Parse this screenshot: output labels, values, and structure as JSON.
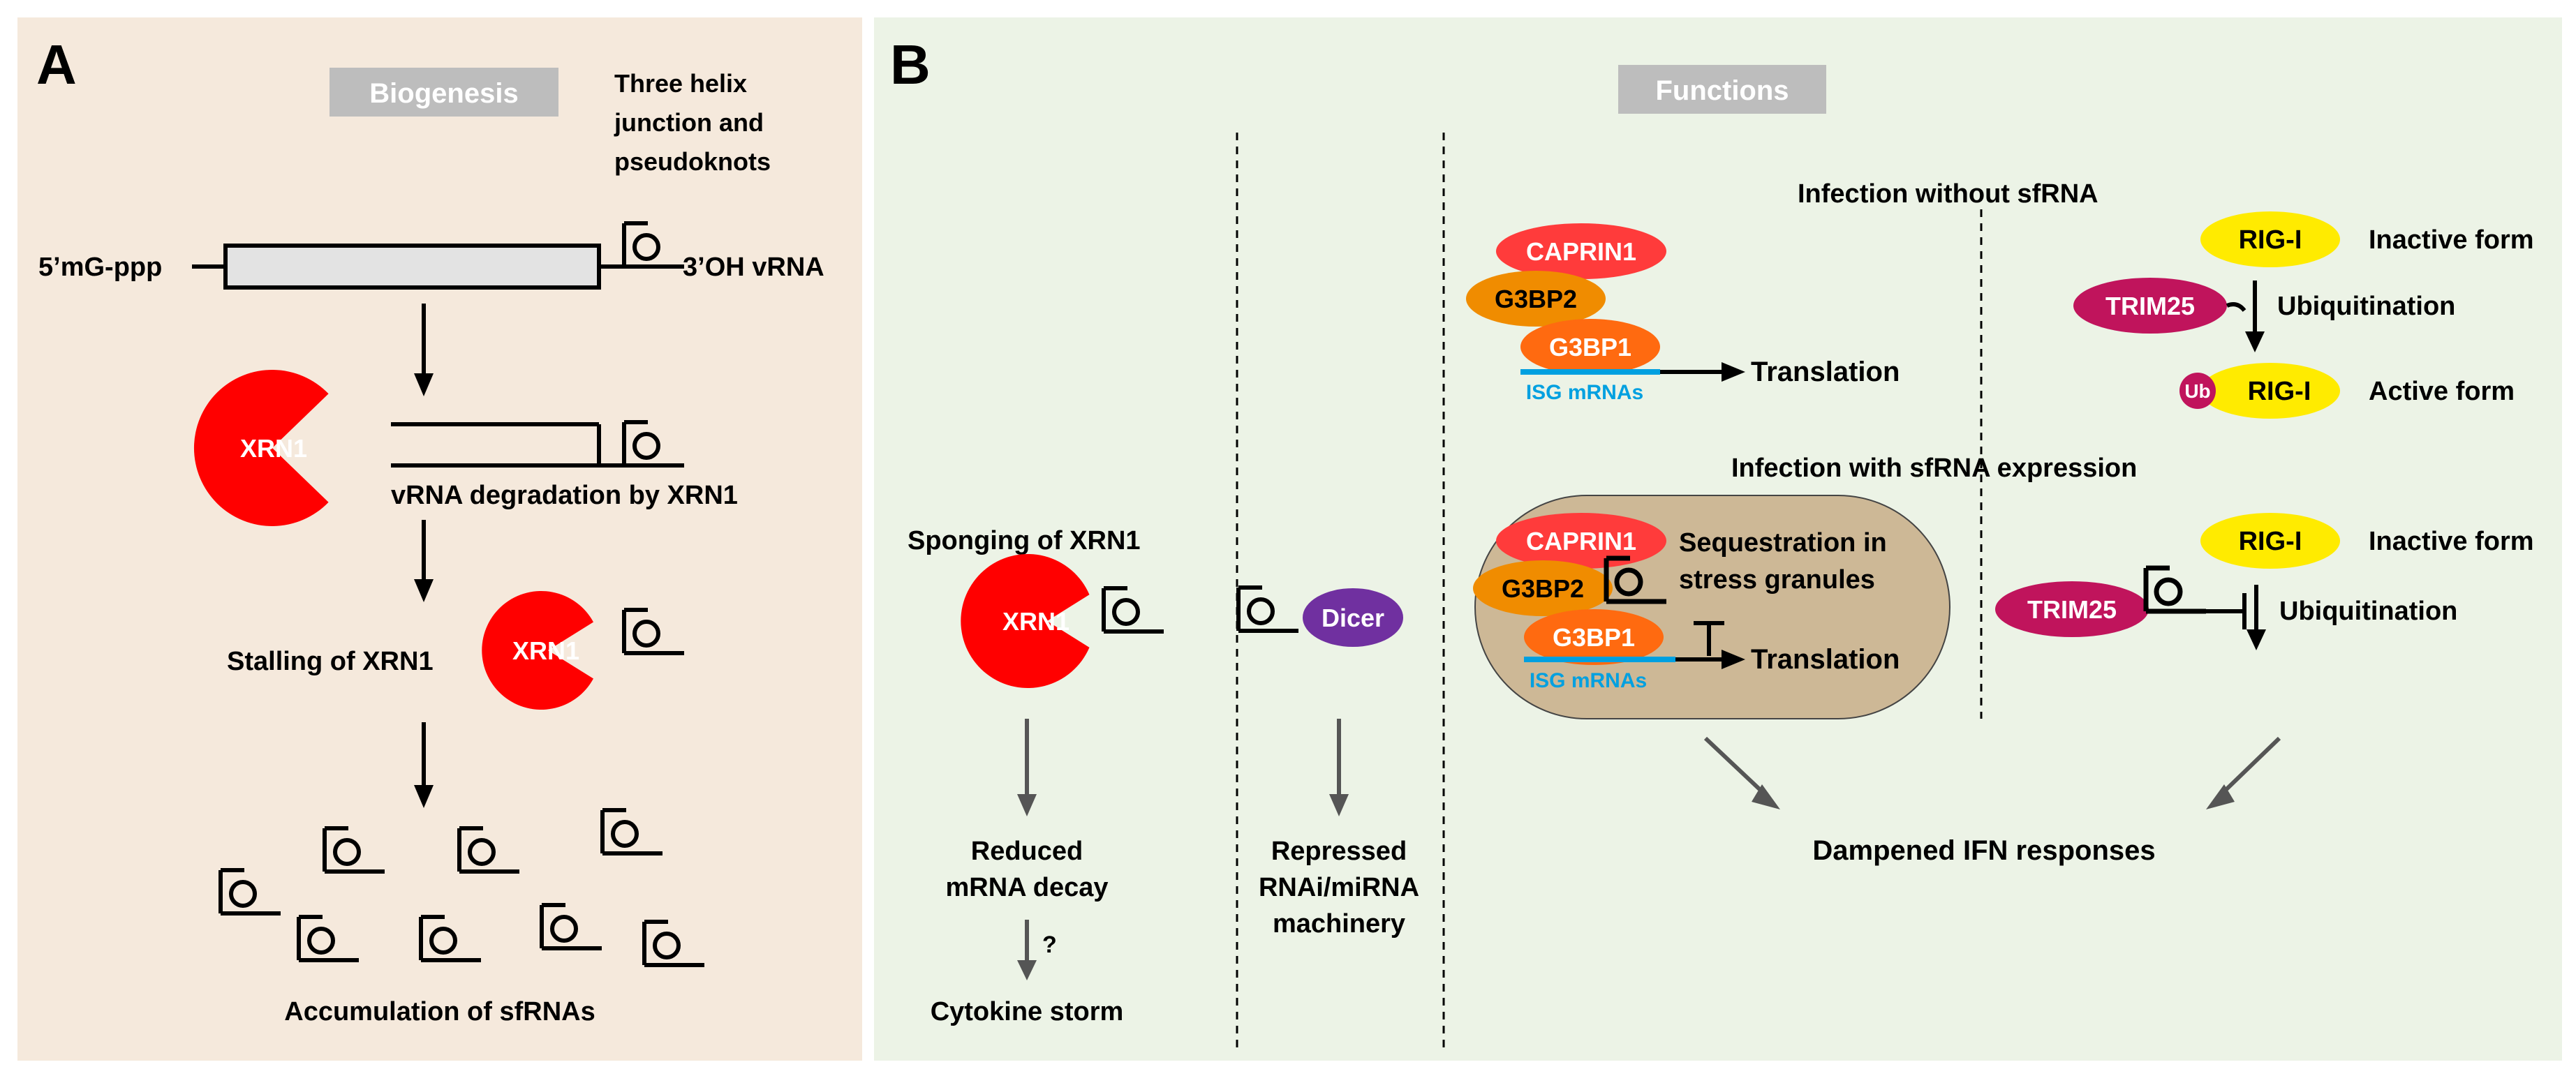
{
  "colors": {
    "panel_a_bg": "#f5e9dc",
    "panel_b_bg": "#ecf3e6",
    "header_badge": "#bdbdbd",
    "xrn1": "#ff0000",
    "dicer": "#7030a0",
    "caprin1": "#ff3b3b",
    "g3bp2": "#f08c00",
    "g3bp1": "#ff6a10",
    "isg_line": "#00a0e0",
    "rigi": "#ffeb00",
    "trim25": "#c0145c",
    "granule": "#cdb896",
    "gray_arrow": "#555555"
  },
  "icons": [
    "sfrna-stem-loop-icon"
  ],
  "panel_a": {
    "letter": "A",
    "header": "Biogenesis",
    "helix_note": [
      "Three helix",
      "junction and",
      "pseudoknots"
    ],
    "five_prime": "5’mG-ppp",
    "three_prime": "3’OH vRNA",
    "xrn1_label": "XRN1",
    "degradation_label": "vRNA degradation by XRN1",
    "stalling_label": "Stalling of XRN1",
    "accumulation_label": "Accumulation of sfRNAs"
  },
  "panel_b": {
    "letter": "B",
    "header": "Functions",
    "sponging": {
      "title": "Sponging of XRN1",
      "xrn1_label": "XRN1",
      "outcome_1": [
        "Reduced",
        "mRNA decay"
      ],
      "question": "?",
      "outcome_2": "Cytokine storm"
    },
    "rnai": {
      "dicer_label": "Dicer",
      "outcome": [
        "Repressed",
        "RNAi/miRNA",
        "machinery"
      ]
    },
    "without_sfrna": {
      "title": "Infection without sfRNA",
      "caprin1": "CAPRIN1",
      "g3bp2": "G3BP2",
      "g3bp1": "G3BP1",
      "isg": "ISG mRNAs",
      "translation": "Translation",
      "rigi": "RIG-I",
      "inactive": "Inactive form",
      "trim25": "TRIM25",
      "ubiquitination": "Ubiquitination",
      "ub": "Ub",
      "active": "Active form"
    },
    "with_sfrna": {
      "title": "Infection with sfRNA expression",
      "caprin1": "CAPRIN1",
      "g3bp2": "G3BP2",
      "g3bp1": "G3BP1",
      "isg": "ISG mRNAs",
      "sequestration": [
        "Sequestration in",
        "stress granules"
      ],
      "translation": "Translation",
      "rigi": "RIG-I",
      "inactive": "Inactive form",
      "trim25": "TRIM25",
      "ubiquitination": "Ubiquitination"
    },
    "dampened": "Dampened IFN responses"
  }
}
